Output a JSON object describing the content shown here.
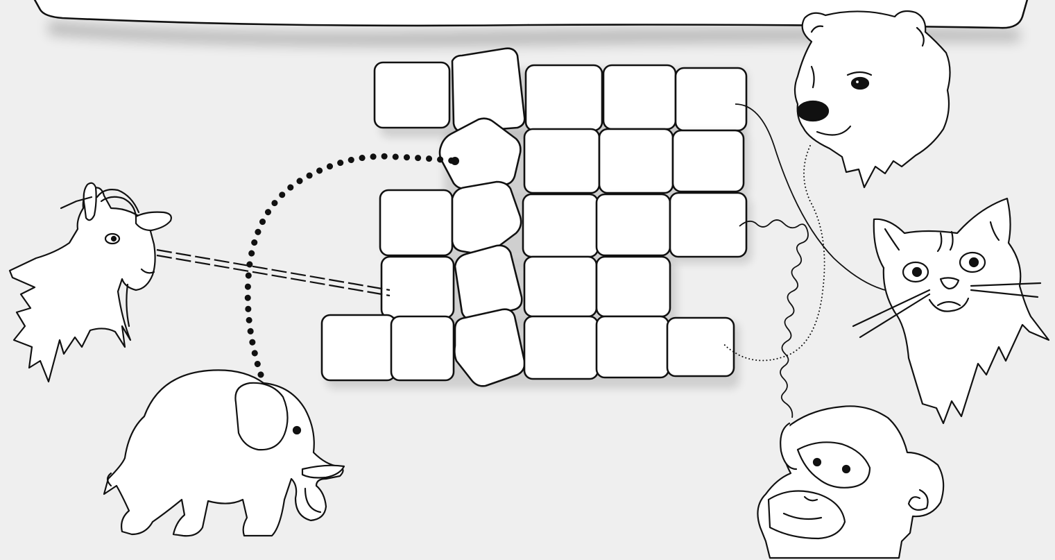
{
  "game": {
    "type": "word-connection crossword",
    "banner_text": ""
  },
  "animals": [
    {
      "id": "goat",
      "icon": "goat-head-icon"
    },
    {
      "id": "elephant",
      "icon": "elephant-icon"
    },
    {
      "id": "bear",
      "icon": "bear-head-icon"
    },
    {
      "id": "cat",
      "icon": "cat-head-icon"
    },
    {
      "id": "monkey",
      "icon": "monkey-head-icon"
    }
  ],
  "connectors": [
    {
      "animal": "goat",
      "style": "double-dashed"
    },
    {
      "animal": "elephant",
      "style": "bold-dotted"
    },
    {
      "animal": "bear",
      "style": "thin-dotted"
    },
    {
      "animal": "cat",
      "style": "solid"
    },
    {
      "animal": "monkey",
      "style": "wavy"
    }
  ],
  "grid": {
    "rows": [
      {
        "row": 1,
        "cells": 5
      },
      {
        "row": 2,
        "cells": 4
      },
      {
        "row": 3,
        "cells": 5
      },
      {
        "row": 4,
        "cells": 4
      },
      {
        "row": 5,
        "cells": 6
      }
    ],
    "cell_letters": []
  },
  "colors": {
    "background": "#efefef",
    "tile_fill": "#ffffff",
    "outline": "#111111"
  }
}
